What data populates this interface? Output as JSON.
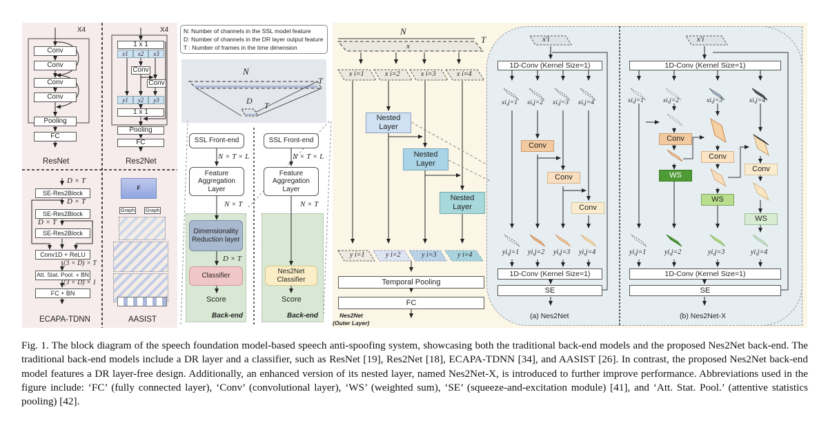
{
  "resnet": {
    "repeat": "X4",
    "blocks": [
      "Conv",
      "Conv",
      "Conv",
      "Conv"
    ],
    "pooling": "Pooling",
    "fc": "FC",
    "title": "ResNet"
  },
  "res2net": {
    "repeat": "X4",
    "top": "1 x 1",
    "splits_x": [
      "x1",
      "x2",
      "x3"
    ],
    "conv1": "Conv",
    "conv2": "Conv",
    "splits_y": [
      "y1",
      "y2",
      "y3"
    ],
    "bottom": "1 x 1",
    "pooling": "Pooling",
    "fc": "FC",
    "title": "Res2Net"
  },
  "ecapa": {
    "dims": [
      "D × T",
      "D × T",
      "D × T",
      "(3 × D) × T",
      "(3 × D) × 1"
    ],
    "blocks": [
      "SE-Res2Block",
      "SE-Res2Block",
      "SE-Res2Block"
    ],
    "conv": "Conv1D + ReLU",
    "pool": "Att. Stat. Pool. + BN",
    "fc": "FC + BN",
    "title": "ECAPA-TDNN"
  },
  "aasist": {
    "feature": "F",
    "graph1": "Graph",
    "graph2": "Graph",
    "title": "AASIST"
  },
  "legend": {
    "n": "N: Number of channels in the SSL model feature",
    "d": "D: Number of channels in the DR layer output feature",
    "t": "T : Number of frames in the time dimension"
  },
  "projection": {
    "n": "N",
    "t1": "T",
    "d": "D",
    "t2": "T"
  },
  "traditional": {
    "frontend": "SSL Front-end",
    "dim1": "N × T × L",
    "aggregation": "Feature Aggregation Layer",
    "dim2": "N × T",
    "dr": "Dimensionality Reduction layer",
    "dim3": "D × T",
    "classifier": "Classifier",
    "score": "Score",
    "backend": "Back-end"
  },
  "proposed": {
    "frontend": "SSL Front-end",
    "dim1": "N × T × L",
    "aggregation": "Feature Aggregation Layer",
    "dim2": "N × T",
    "classifier": "Nes2Net Classifier",
    "score": "Score",
    "backend": "Back-end"
  },
  "outer": {
    "n": "N",
    "t": "T",
    "x": "x",
    "x_splits": [
      "x i=1",
      "x i=2",
      "x i=3",
      "x i=4"
    ],
    "nested": [
      "Nested Layer",
      "Nested Layer",
      "Nested Layer"
    ],
    "y_splits": [
      "y i=1",
      "y i=2",
      "y i=3",
      "y i=4"
    ],
    "pooling": "Temporal Pooling",
    "fc": "FC",
    "title_1": "Nes2Net",
    "title_2": "(Outer Layer)"
  },
  "nes2net": {
    "input": "x'i",
    "conv_in": "1D-Conv (Kernel Size=1)",
    "x_splits": [
      "xi,j=1",
      "xi,j=2",
      "xi,j=3",
      "xi,j=4"
    ],
    "convs": [
      "Conv",
      "Conv",
      "Conv"
    ],
    "y_splits": [
      "yi,j=1",
      "yi,j=2",
      "yi,j=3",
      "yi,j=4"
    ],
    "conv_out": "1D-Conv (Kernel Size=1)",
    "se": "SE",
    "title": "(a) Nes2Net"
  },
  "nes2netx": {
    "input": "x'i",
    "conv_in": "1D-Conv (Kernel Size=1)",
    "x_splits": [
      "xi,j=1",
      "xi,j=2",
      "xi,j=3",
      "xi,j=4"
    ],
    "convs": [
      "Conv",
      "Conv",
      "Conv"
    ],
    "ws": [
      "WS",
      "WS",
      "WS"
    ],
    "y_splits": [
      "yi,j=1",
      "yi,j=2",
      "yi,j=3",
      "yi,j=4"
    ],
    "conv_out": "1D-Conv (Kernel Size=1)",
    "se": "SE",
    "title": "(b) Nes2Net-X"
  },
  "caption": "Fig. 1.  The block diagram of the speech foundation model-based speech anti-spoofing system, showcasing both the traditional back-end models and the proposed Nes2Net back-end. The traditional back-end models include a DR layer and a classifier, such as ResNet [19], Res2Net [18], ECAPA-TDNN [34], and AASIST [26]. In contrast, the proposed Nes2Net back-end model features a DR layer-free design. Additionally, an enhanced version of its nested layer, named Nes2Net-X, is introduced to further improve performance. Abbreviations used in the figure include: ‘FC’ (fully connected layer), ‘Conv’ (convolutional layer), ‘WS’ (weighted sum), ‘SE’ (squeeze-and-excitation module) [41], and ‘Att. Stat. Pool.’ (attentive statistics pooling) [42].",
  "colors": {
    "left_bg": "#f7ecec",
    "outer_bg": "#fcf6e6",
    "inner_bg": "#e6eef2",
    "backend_bg": "#d9e8d4",
    "dr": "#a9b9cf",
    "classifier": "#f1c6c6",
    "nes2net_classifier": "#fbeec6",
    "nested1": "#cfe1f3",
    "nested2": "#a9d3e6",
    "nested3": "#a6d8dc",
    "conv1": "#f3c9a0",
    "conv2": "#f9dfbf",
    "conv3": "#fbeccf",
    "ws1": "#4e9a35",
    "ws2": "#b9de8e",
    "ws3": "#d8ebd3",
    "split_blue": "#cfe0f2"
  }
}
